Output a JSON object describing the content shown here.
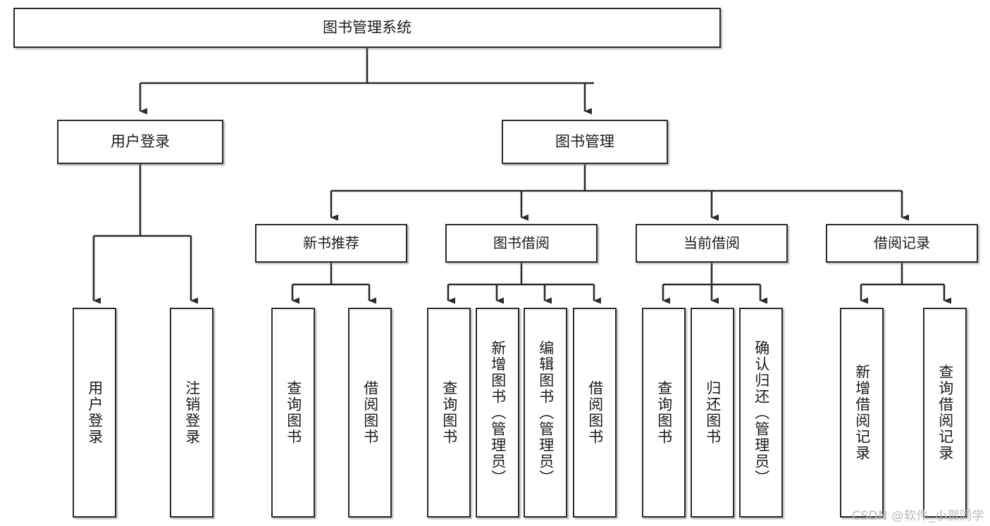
{
  "diagram": {
    "title": "图书管理系统",
    "type": "hierarchy-tree",
    "watermark": "CSDN @软件_小贺同学",
    "colors": {
      "border": "#2b2b2b",
      "fill": "#ffffff",
      "text": "#1b1b1b",
      "connector": "#2b2b2b",
      "watermark": "#b9b9b9"
    },
    "root": {
      "id": "root",
      "label": "图书管理系统"
    },
    "level1": [
      {
        "id": "user-login",
        "label": "用户登录"
      },
      {
        "id": "book-manage",
        "label": "图书管理"
      }
    ],
    "level2": [
      {
        "id": "new-book-rec",
        "label": "新书推荐",
        "parent": "book-manage"
      },
      {
        "id": "book-borrow",
        "label": "图书借阅",
        "parent": "book-manage"
      },
      {
        "id": "current-borrow",
        "label": "当前借阅",
        "parent": "book-manage"
      },
      {
        "id": "borrow-record",
        "label": "借阅记录",
        "parent": "book-manage"
      }
    ],
    "leaves": [
      {
        "id": "leaf-1",
        "label": "用户登录",
        "parent": "user-login"
      },
      {
        "id": "leaf-2",
        "label": "注销登录",
        "parent": "user-login"
      },
      {
        "id": "leaf-3",
        "label": "查询图书",
        "parent": "new-book-rec"
      },
      {
        "id": "leaf-4",
        "label": "借阅图书",
        "parent": "new-book-rec"
      },
      {
        "id": "leaf-5",
        "label": "查询图书",
        "parent": "book-borrow"
      },
      {
        "id": "leaf-6",
        "label": "新增图书（管理员）",
        "parent": "book-borrow"
      },
      {
        "id": "leaf-7",
        "label": "编辑图书（管理员）",
        "parent": "book-borrow"
      },
      {
        "id": "leaf-8",
        "label": "借阅图书",
        "parent": "book-borrow"
      },
      {
        "id": "leaf-9",
        "label": "查询图书",
        "parent": "current-borrow"
      },
      {
        "id": "leaf-10",
        "label": "归还图书",
        "parent": "current-borrow"
      },
      {
        "id": "leaf-11",
        "label": "确认归还（管理员）",
        "parent": "current-borrow"
      },
      {
        "id": "leaf-12",
        "label": "新增借阅记录",
        "parent": "borrow-record"
      },
      {
        "id": "leaf-13",
        "label": "查询借阅记录",
        "parent": "borrow-record"
      }
    ]
  }
}
